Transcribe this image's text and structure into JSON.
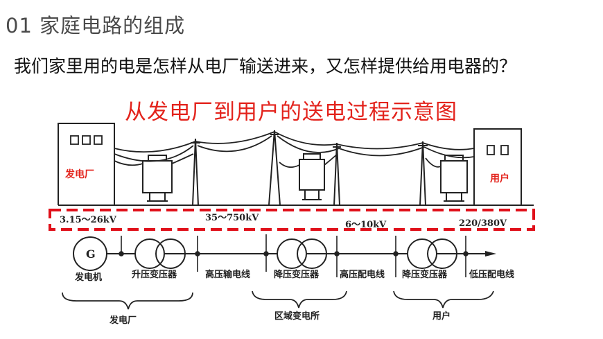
{
  "slide_title": "01 家庭电路的组成",
  "question": "我们家里用的电是怎样从电厂输送进来，又怎样提供给用电器的？",
  "figure_title": "从发电厂到用户的送电过程示意图",
  "buildings": {
    "plant_label": "发电厂",
    "user_label": "用户"
  },
  "voltages": [
    "3.15～26kV",
    "35～750kV",
    "6～10kV",
    "220/380V"
  ],
  "chain": {
    "generator_symbol": "G",
    "labels": [
      "发电机",
      "升压变压器",
      "高压输电线",
      "降压变压器",
      "高压配电线",
      "降压变压器",
      "低压配电线"
    ]
  },
  "groups": [
    "发电厂",
    "区域变电所",
    "用户"
  ],
  "colors": {
    "accent_red": "#e3231c",
    "dash_red": "#e0101a",
    "line": "#222222"
  }
}
